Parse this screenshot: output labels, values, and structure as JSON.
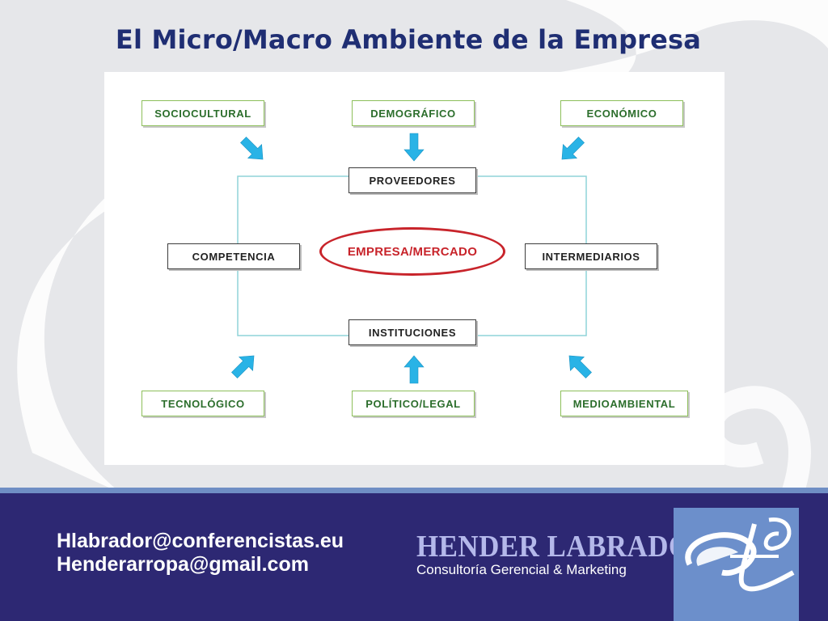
{
  "slide": {
    "title": "El Micro/Macro Ambiente de la Empresa"
  },
  "diagram": {
    "macro_environment": {
      "top": [
        "SOCIOCULTURAL",
        "DEMOGRÁFICO",
        "ECONÓMICO"
      ],
      "bottom": [
        "TECNOLÓGICO",
        "POLÍTICO/LEGAL",
        "MEDIOAMBIENTAL"
      ]
    },
    "micro_environment": {
      "top": "PROVEEDORES",
      "left": "COMPETENCIA",
      "right": "INTERMEDIARIOS",
      "bottom": "INSTITUCIONES"
    },
    "center": "EMPRESA/MERCADO"
  },
  "footer": {
    "emails": [
      "Hlabrador@conferencistas.eu",
      "Henderarropa@gmail.com"
    ],
    "brand_name": "HENDER LABRADOR",
    "brand_tagline": "Consultoría Gerencial & Marketing"
  },
  "colors": {
    "title": "#1f2e73",
    "footer_bg": "#2d2873",
    "arrow": "#29b3e6",
    "center_ring": "#c8242b",
    "env_border": "#8dbf5a"
  }
}
